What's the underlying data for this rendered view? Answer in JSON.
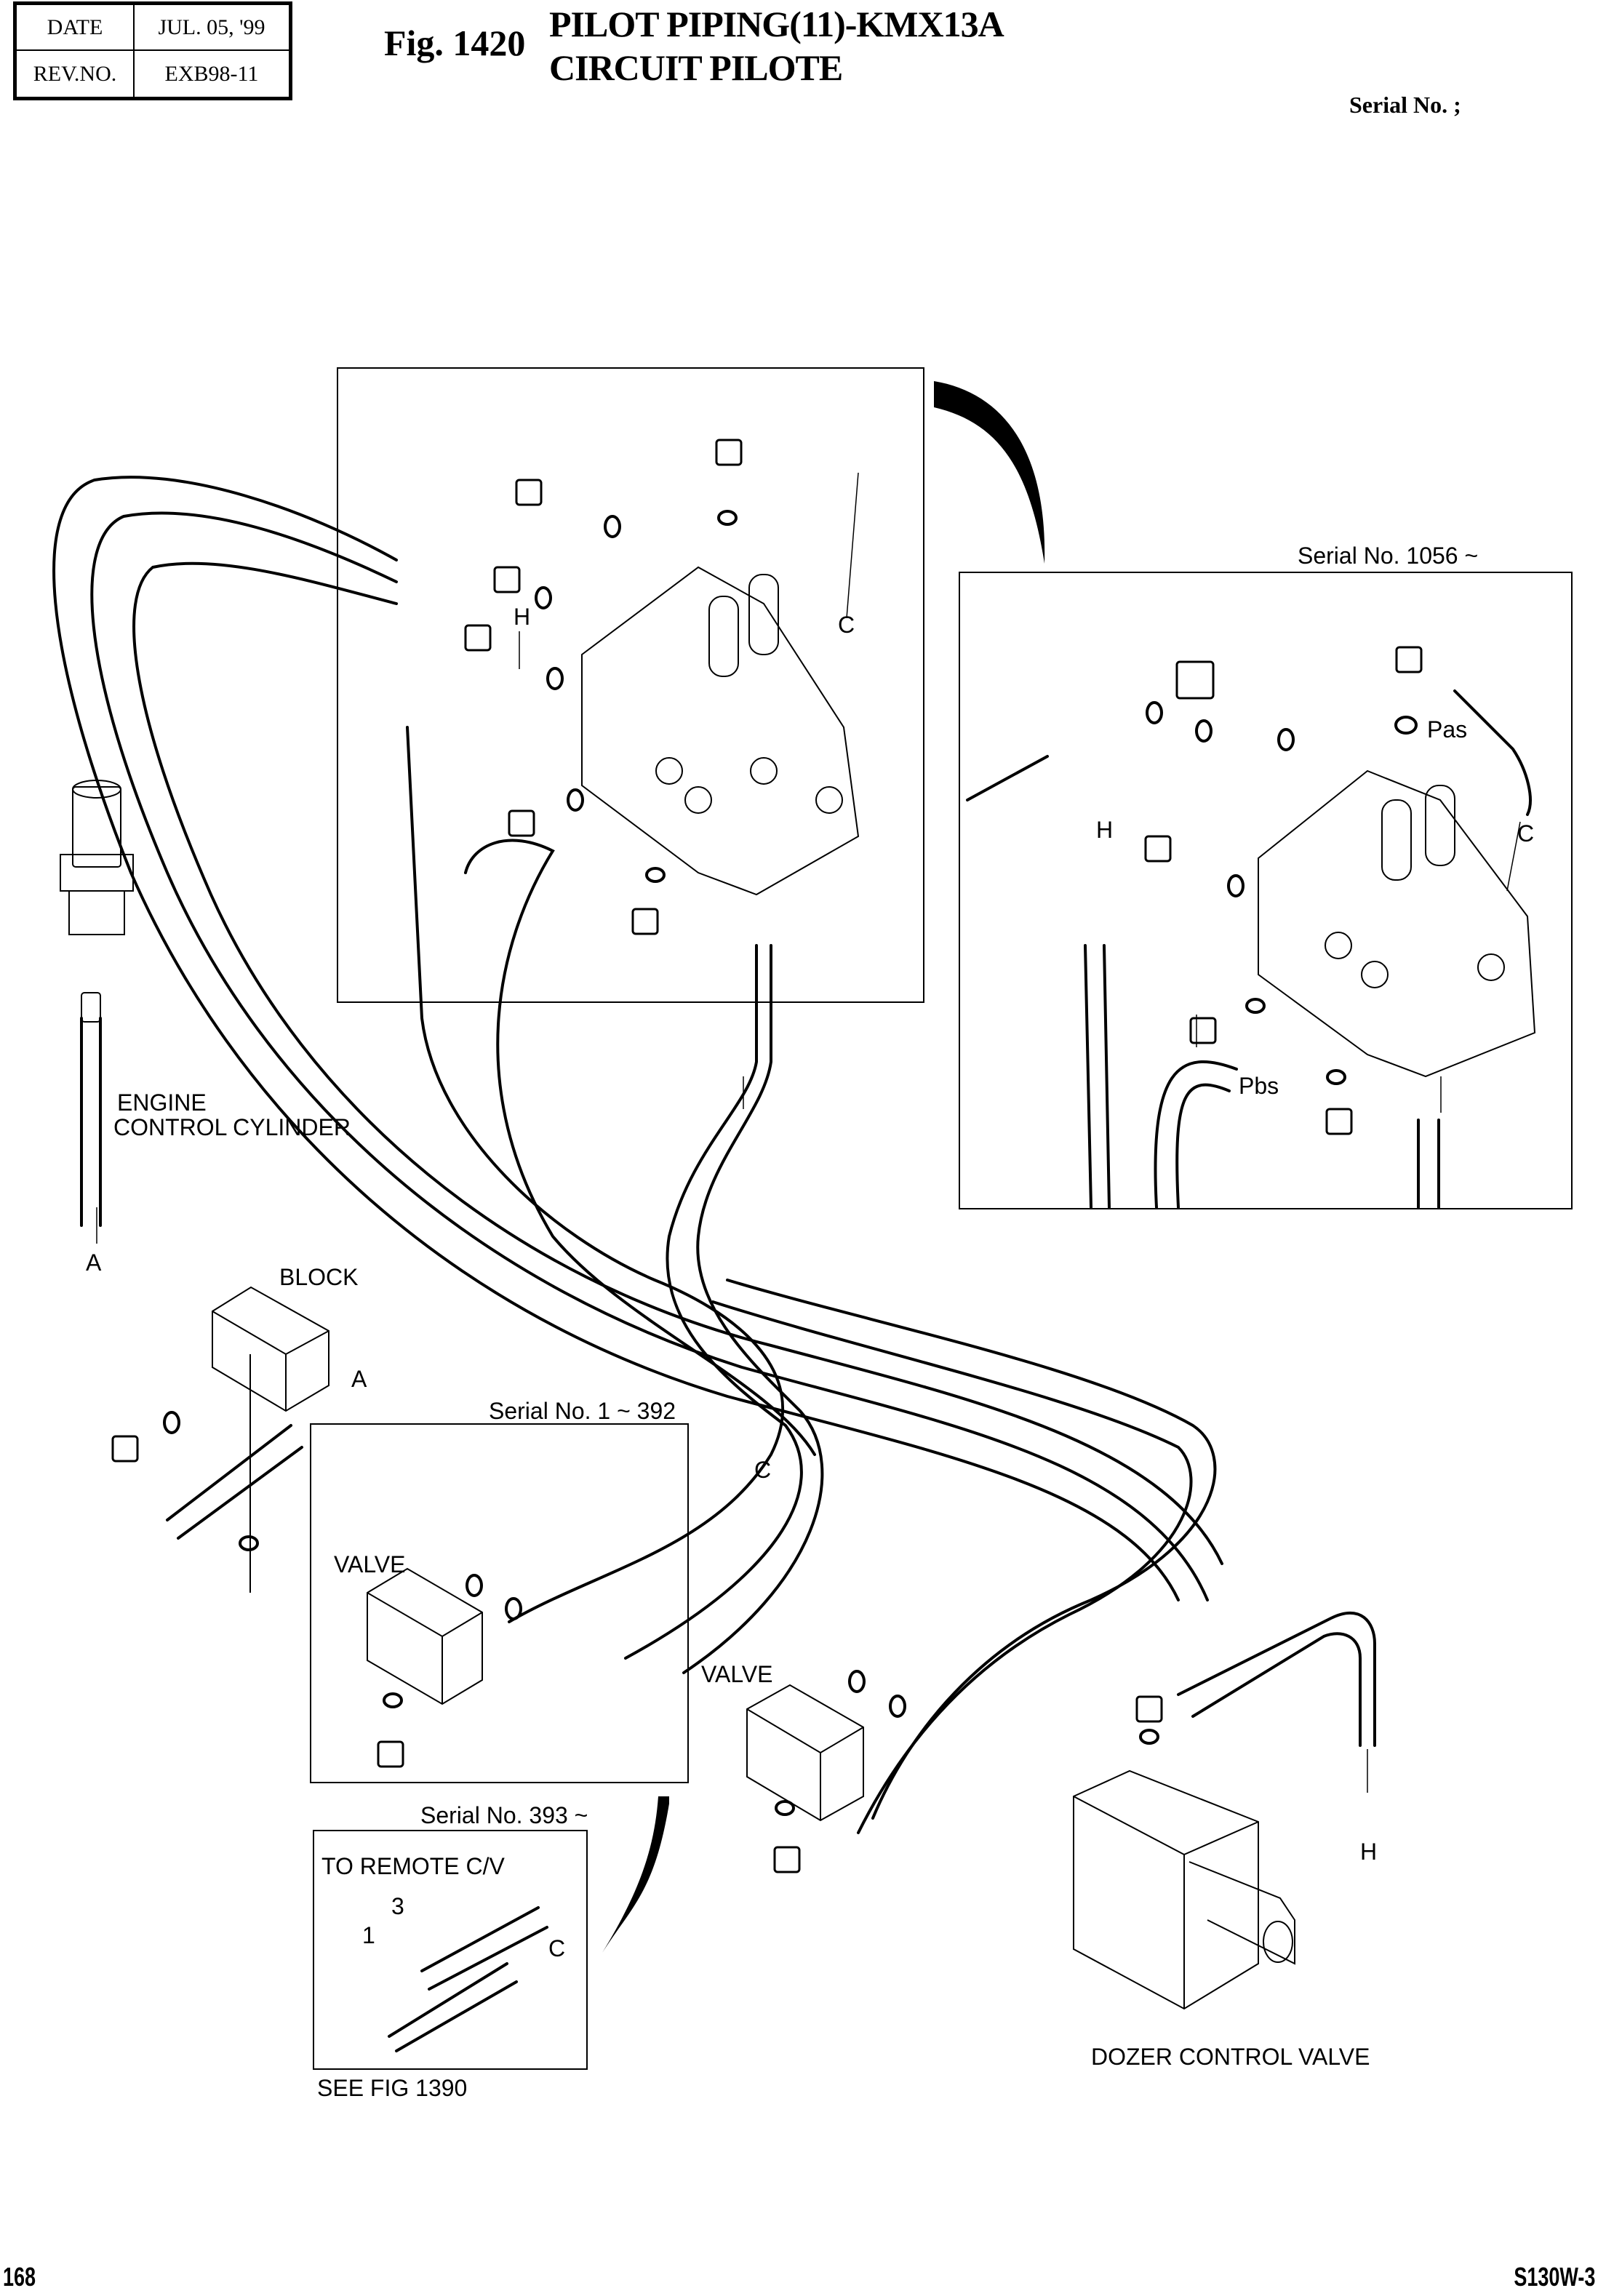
{
  "header": {
    "date_label": "DATE",
    "date_value": "JUL. 05, '99",
    "rev_label": "REV.NO.",
    "rev_value": "EXB98-11",
    "figure_number": "Fig. 1420",
    "title_line1": "PILOT PIPING(11)-KMX13A",
    "title_line2": "CIRCUIT PILOTE",
    "serial_label": "Serial No. ;"
  },
  "insets": {
    "serial_1056": {
      "caption": "Serial No. 1056 ~",
      "labels": {
        "pas": "Pas",
        "pbs": "Pbs",
        "h": "H",
        "c": "C"
      }
    },
    "serial_1_392": {
      "caption": "Serial No. 1 ~ 392",
      "labels": {
        "valve": "VALVE",
        "c": "C"
      }
    },
    "serial_393": {
      "caption": "Serial No. 393 ~",
      "labels": {
        "to_remote": "TO REMOTE C/V",
        "port_1": "1",
        "port_3": "3",
        "c": "C",
        "see_fig": "SEE FIG 1390"
      }
    }
  },
  "main_box": {
    "labels": {
      "h": "H",
      "c": "C"
    }
  },
  "callouts": {
    "engine_line1": "ENGINE",
    "engine_line2": "CONTROL CYLINDER",
    "a_engine": "A",
    "block": "BLOCK",
    "a_block": "A",
    "valve_center": "VALVE",
    "c_center": "C",
    "h_dozer": "H",
    "dozer": "DOZER CONTROL VALVE"
  },
  "footer": {
    "page_number": "168",
    "model": "S130W-3"
  }
}
